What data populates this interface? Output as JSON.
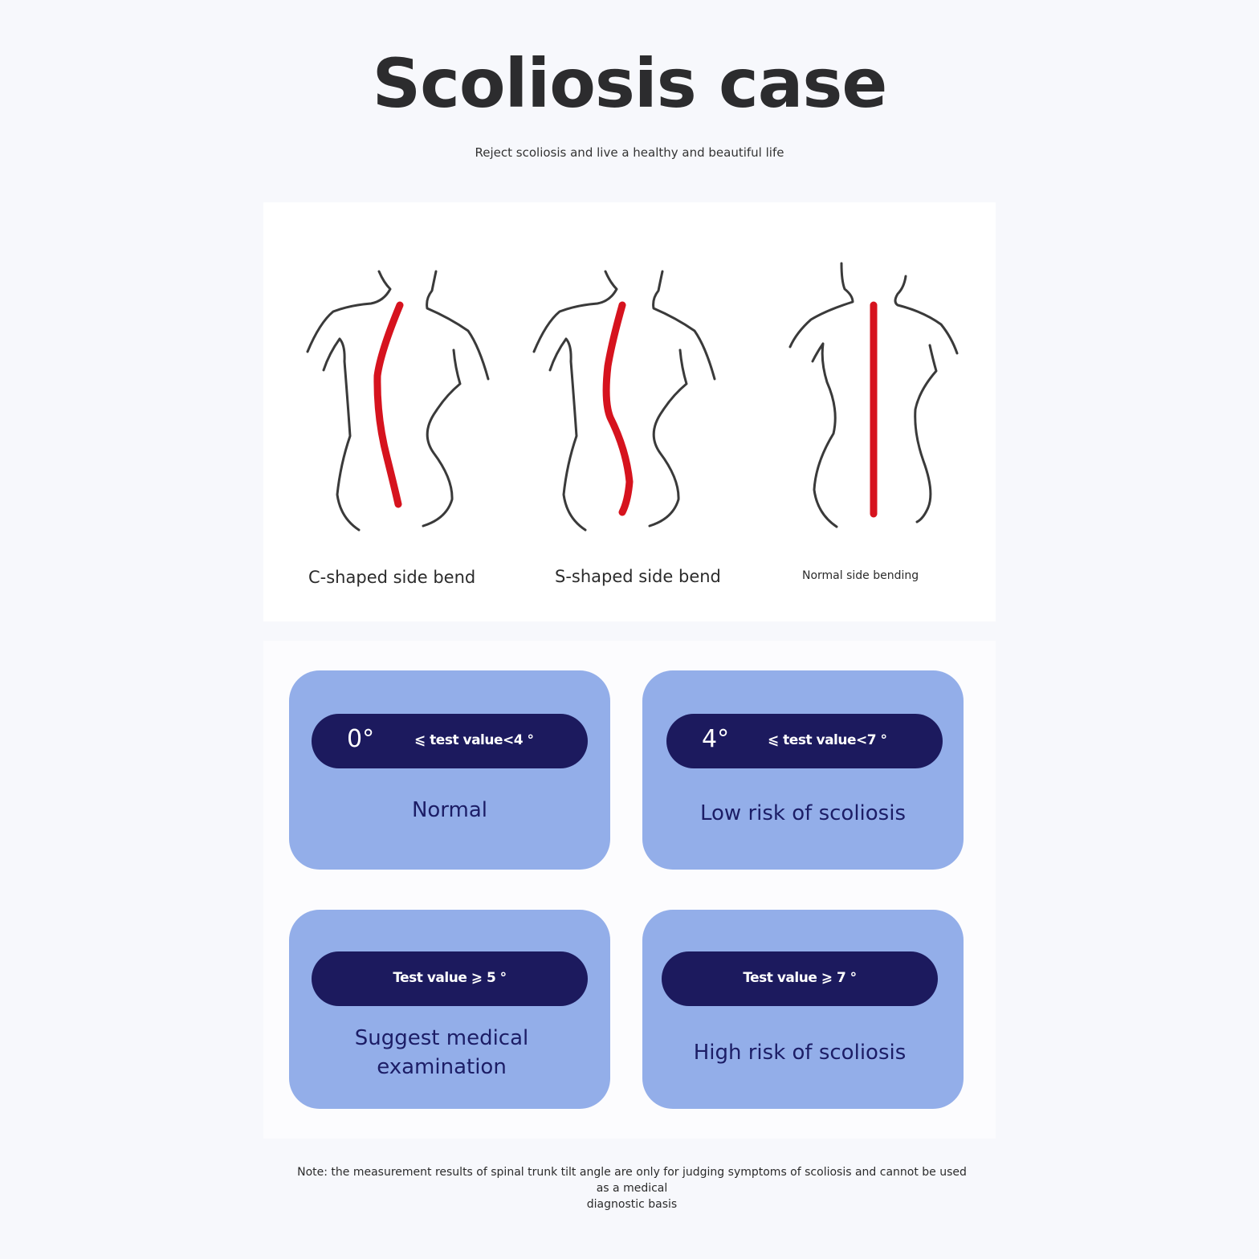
{
  "header": {
    "title": "Scoliosis case",
    "subtitle": "Reject scoliosis and live a healthy and beautiful life"
  },
  "figures": [
    {
      "label": "C-shaped side bend",
      "spine": "c-curve"
    },
    {
      "label": "S-shaped side bend",
      "spine": "s-curve"
    },
    {
      "label": "Normal side bending",
      "spine": "straight"
    }
  ],
  "colors": {
    "spine": "#d6131e",
    "outline": "#3a3a3a",
    "card_bg": "#93aee9",
    "pill_bg": "#1c1a5e",
    "result_text": "#1c1d66"
  },
  "cards": [
    {
      "degree": "0°",
      "range": "⩽ test value<4 °",
      "result": "Normal"
    },
    {
      "degree": "4°",
      "range": "⩽ test value<7 °",
      "result": "Low risk of scoliosis"
    },
    {
      "range": "Test value ⩾ 5 °",
      "result_line1": "Suggest medical",
      "result_line2": "examination"
    },
    {
      "range": "Test value ⩾ 7 °",
      "result": "High risk of scoliosis"
    }
  ],
  "footer": {
    "note_line1": "Note: the measurement results of spinal trunk tilt angle are only for judging symptoms of scoliosis and cannot be used as a medical",
    "note_line2": "diagnostic basis"
  }
}
